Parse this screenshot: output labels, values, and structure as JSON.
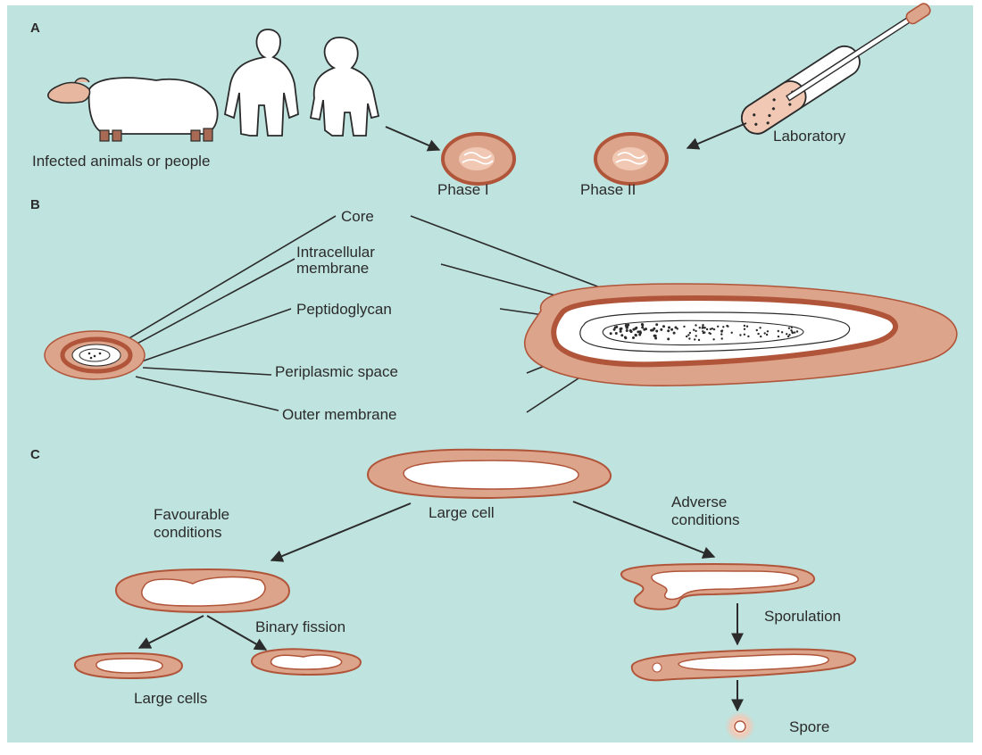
{
  "colors": {
    "background": "#bfe3df",
    "membrane": "#dca48a",
    "membrane_edge": "#b0553a",
    "peptidoglycan": "#b0553a",
    "ink": "#2b2b2b"
  },
  "panels": {
    "a": "A",
    "b": "B",
    "c": "C"
  },
  "panel_a": {
    "infected_label": "Infected animals or people",
    "laboratory_label": "Laboratory",
    "phase1_label": "Phase I",
    "phase2_label": "Phase II"
  },
  "panel_b": {
    "core": "Core",
    "intracellular_1": "Intracellular",
    "intracellular_2": "membrane",
    "peptidoglycan": "Peptidoglycan",
    "periplasmic": "Periplasmic space",
    "outer_membrane": "Outer membrane"
  },
  "panel_c": {
    "large_cell": "Large cell",
    "favourable_1": "Favourable",
    "favourable_2": "conditions",
    "adverse_1": "Adverse",
    "adverse_2": "conditions",
    "binary_fission": "Binary fission",
    "large_cells": "Large cells",
    "sporulation": "Sporulation",
    "spore": "Spore"
  },
  "icons": [
    "sheep-icon",
    "person-icon",
    "pipette-tube-icon",
    "arrow-icon"
  ]
}
